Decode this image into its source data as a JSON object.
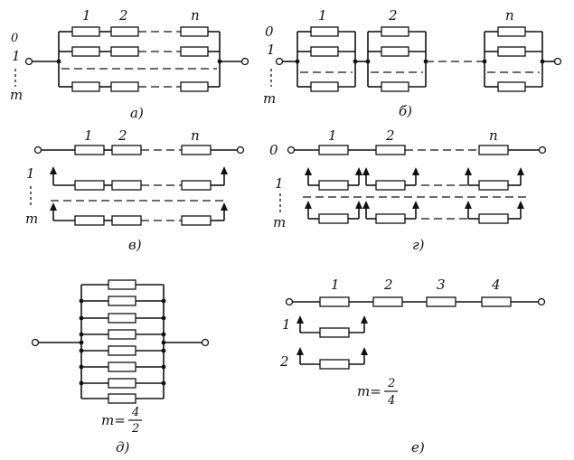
{
  "panels": {
    "a": {
      "caption": "а)",
      "stage_labels": [
        "1",
        "2",
        "n"
      ],
      "side_labels": [
        "0",
        "1",
        "m"
      ]
    },
    "b": {
      "caption": "б)",
      "stage_labels": [
        "1",
        "2",
        "n"
      ],
      "side_labels": [
        "0",
        "1",
        "m"
      ]
    },
    "v": {
      "caption": "в)",
      "stage_labels": [
        "1",
        "2",
        "n"
      ],
      "side_labels": [
        "1",
        "m"
      ]
    },
    "g": {
      "caption": "г)",
      "stage_labels": [
        "1",
        "2",
        "n"
      ],
      "side_labels": [
        "0",
        "1",
        "m"
      ]
    },
    "d": {
      "caption": "д)",
      "m_label": "m=",
      "m_numerator": "4",
      "m_denominator": "2"
    },
    "e": {
      "caption": "е)",
      "stage_labels": [
        "1",
        "2",
        "3",
        "4"
      ],
      "side_labels": [
        "1",
        "2"
      ],
      "m_label": "m=",
      "m_numerator": "2",
      "m_denominator": "4"
    }
  }
}
